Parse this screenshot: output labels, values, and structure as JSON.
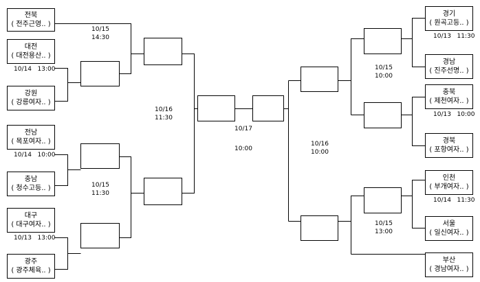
{
  "teams": {
    "jeonbuk": {
      "region": "전북",
      "school": "( 전주근영.. )"
    },
    "daejeon": {
      "region": "대전",
      "school": "( 대전용산.. )"
    },
    "gangwon": {
      "region": "강원",
      "school": "( 강릉여자.. )"
    },
    "jeonnam": {
      "region": "전남",
      "school": "( 목포여자.. )"
    },
    "chungnam": {
      "region": "충남",
      "school": "( 청수고등.. )"
    },
    "daegu": {
      "region": "대구",
      "school": "( 대구여자.. )"
    },
    "gwangju": {
      "region": "광주",
      "school": "( 광주체육.. )"
    },
    "gyeonggi": {
      "region": "경기",
      "school": "( 원곡고등.. )"
    },
    "gyeongnam": {
      "region": "경남",
      "school": "( 진주선명.. )"
    },
    "chungbuk": {
      "region": "충북",
      "school": "( 제천여자.. )"
    },
    "gyeongbuk": {
      "region": "경북",
      "school": "( 포항여자.. )"
    },
    "incheon": {
      "region": "인천",
      "school": "( 부개여자.. )"
    },
    "seoul": {
      "region": "서울",
      "school": "( 일신여자.. )"
    },
    "busan": {
      "region": "부산",
      "school": "( 경남여자.. )"
    }
  },
  "schedule": {
    "daejeon_gangwon": "10/14   13:00",
    "jeonnam_chungnam": "10/14   10:00",
    "daegu_gwangju": "10/13   13:00",
    "gyeonggi_gyeongnam": "10/13   11:30",
    "chungbuk_gyeongbuk": "10/13   10:00",
    "incheon_seoul": "10/14   11:30",
    "qf_top_left": {
      "date": "10/15",
      "time": "14:30"
    },
    "qf_bottom_left": {
      "date": "10/15",
      "time": "11:30"
    },
    "qf_top_right": {
      "date": "10/15",
      "time": "10:00"
    },
    "qf_bottom_right": {
      "date": "10/15",
      "time": "13:00"
    },
    "sf_left": {
      "date": "10/16",
      "time": "11:30"
    },
    "sf_right": {
      "date": "10/16",
      "time": "10:00"
    },
    "final": {
      "date": "10/17",
      "time": "10:00"
    }
  }
}
